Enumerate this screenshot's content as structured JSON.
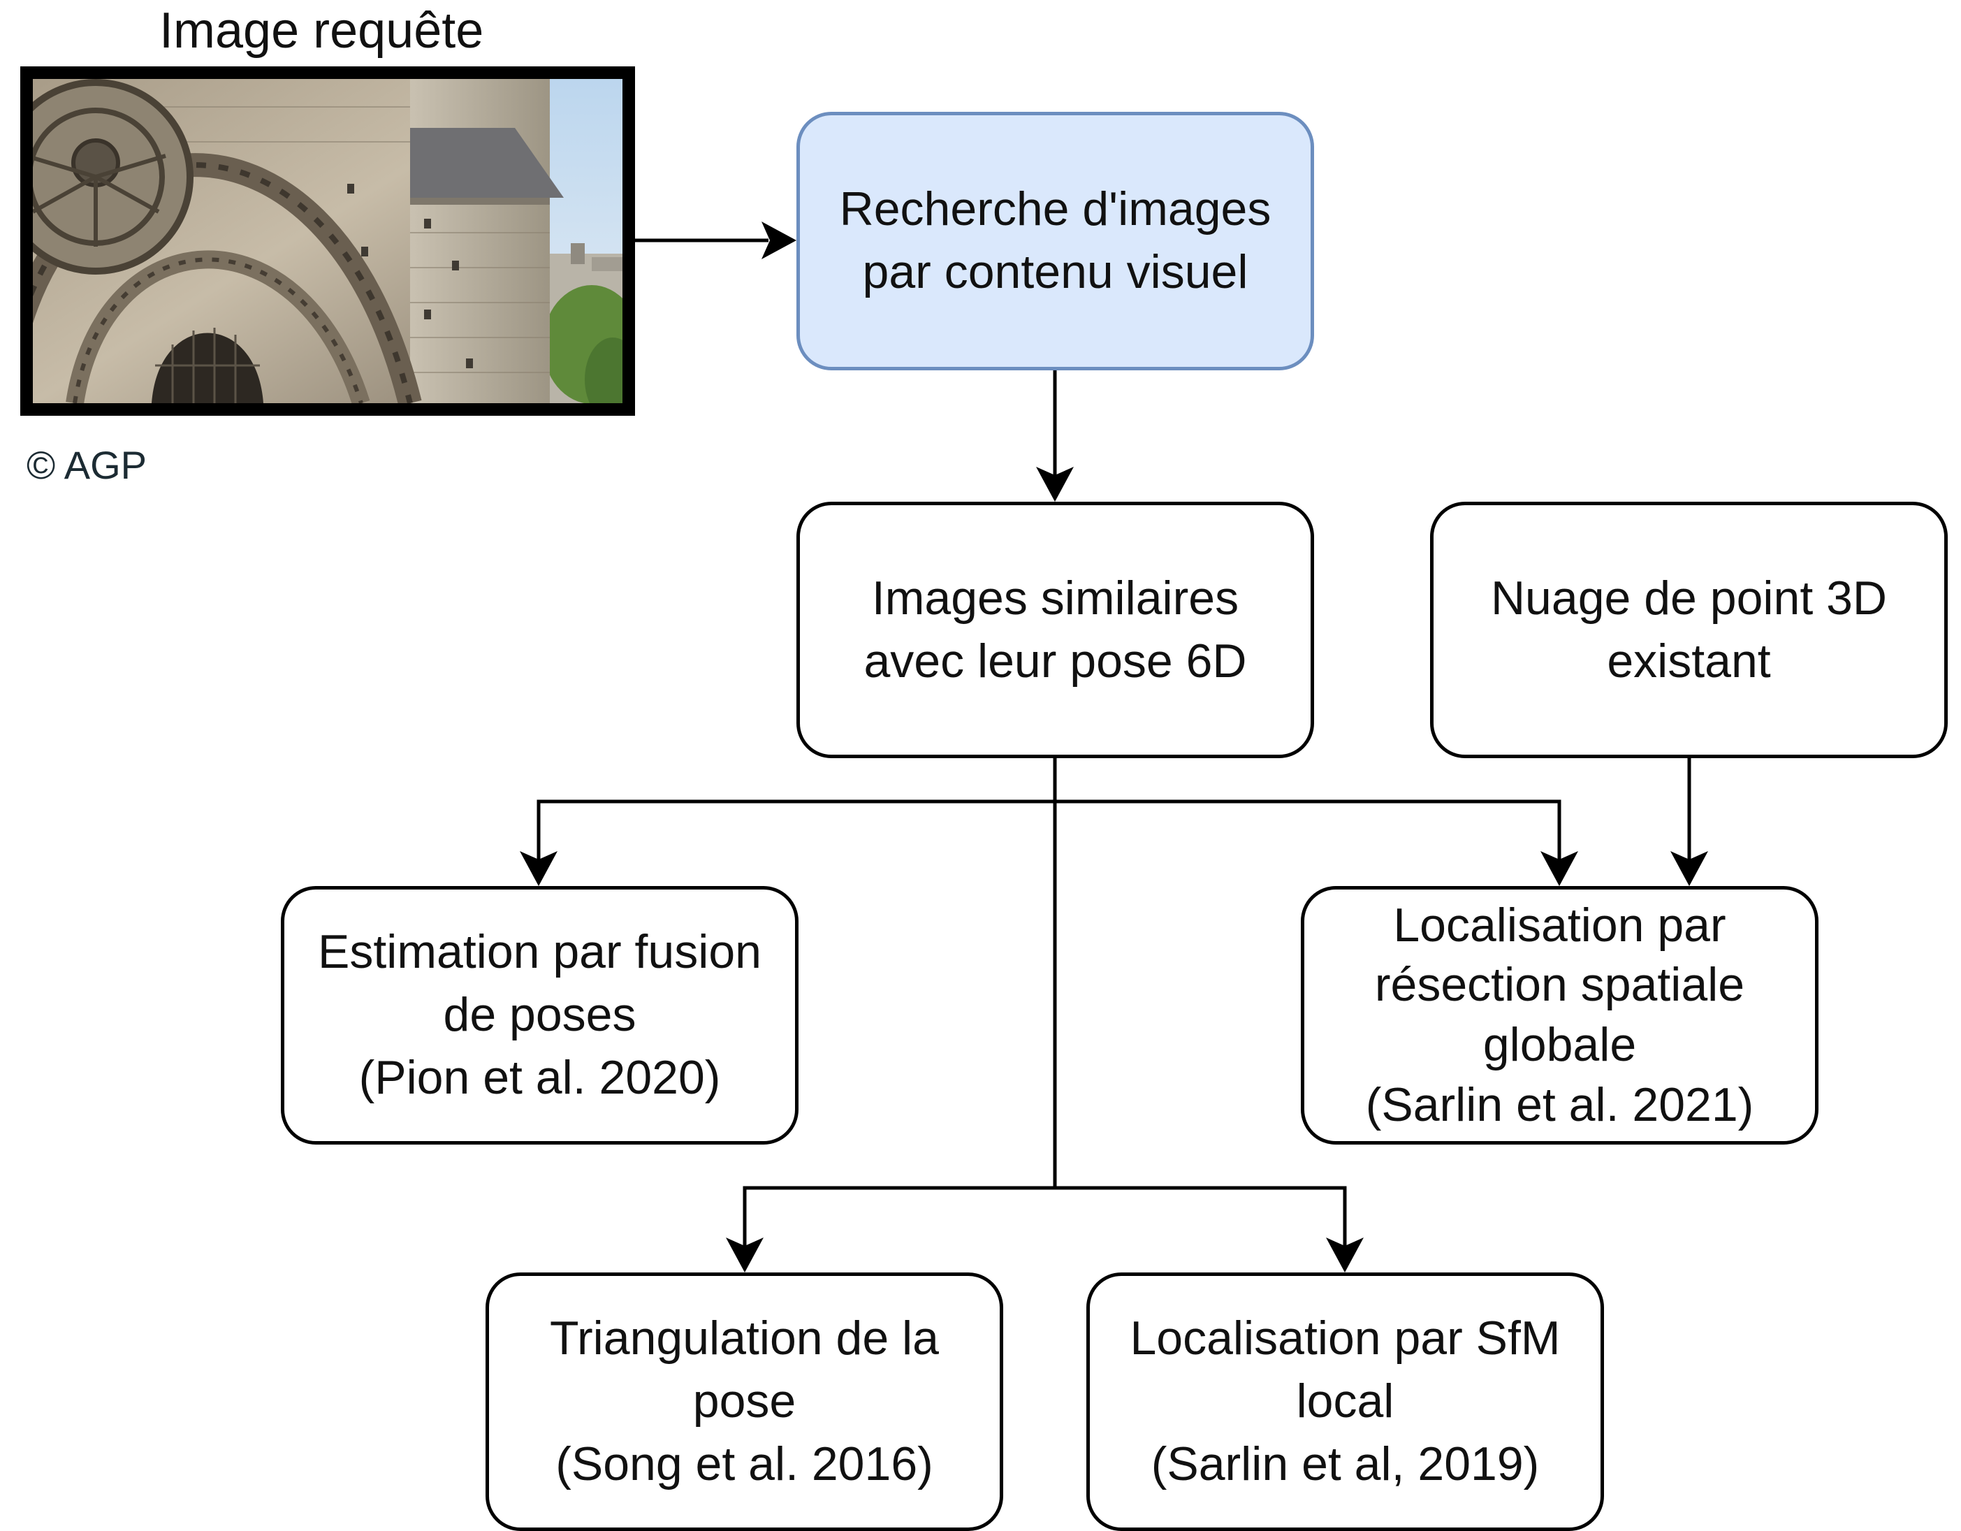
{
  "query_image": {
    "caption": "Image requête",
    "credit": "© AGP"
  },
  "nodes": {
    "search": {
      "lines": [
        "Recherche d'images",
        "par contenu visuel"
      ]
    },
    "similar": {
      "lines": [
        "Images similaires",
        "avec leur pose 6D"
      ]
    },
    "cloud": {
      "lines": [
        "Nuage de point 3D",
        "existant"
      ]
    },
    "fusion": {
      "lines": [
        "Estimation par fusion",
        "de poses",
        "(Pion et al. 2020)"
      ]
    },
    "resection": {
      "lines": [
        "Localisation par",
        "résection spatiale",
        "globale",
        "(Sarlin et al. 2021)"
      ]
    },
    "triangulation": {
      "lines": [
        "Triangulation de la",
        "pose",
        "(Song et al. 2016)"
      ]
    },
    "sfm": {
      "lines": [
        "Localisation par SfM",
        "local",
        "(Sarlin et al, 2019)"
      ]
    }
  },
  "colors": {
    "highlight_fill": "#dae8fc",
    "highlight_stroke": "#6c8ebf",
    "stroke": "#000000"
  }
}
